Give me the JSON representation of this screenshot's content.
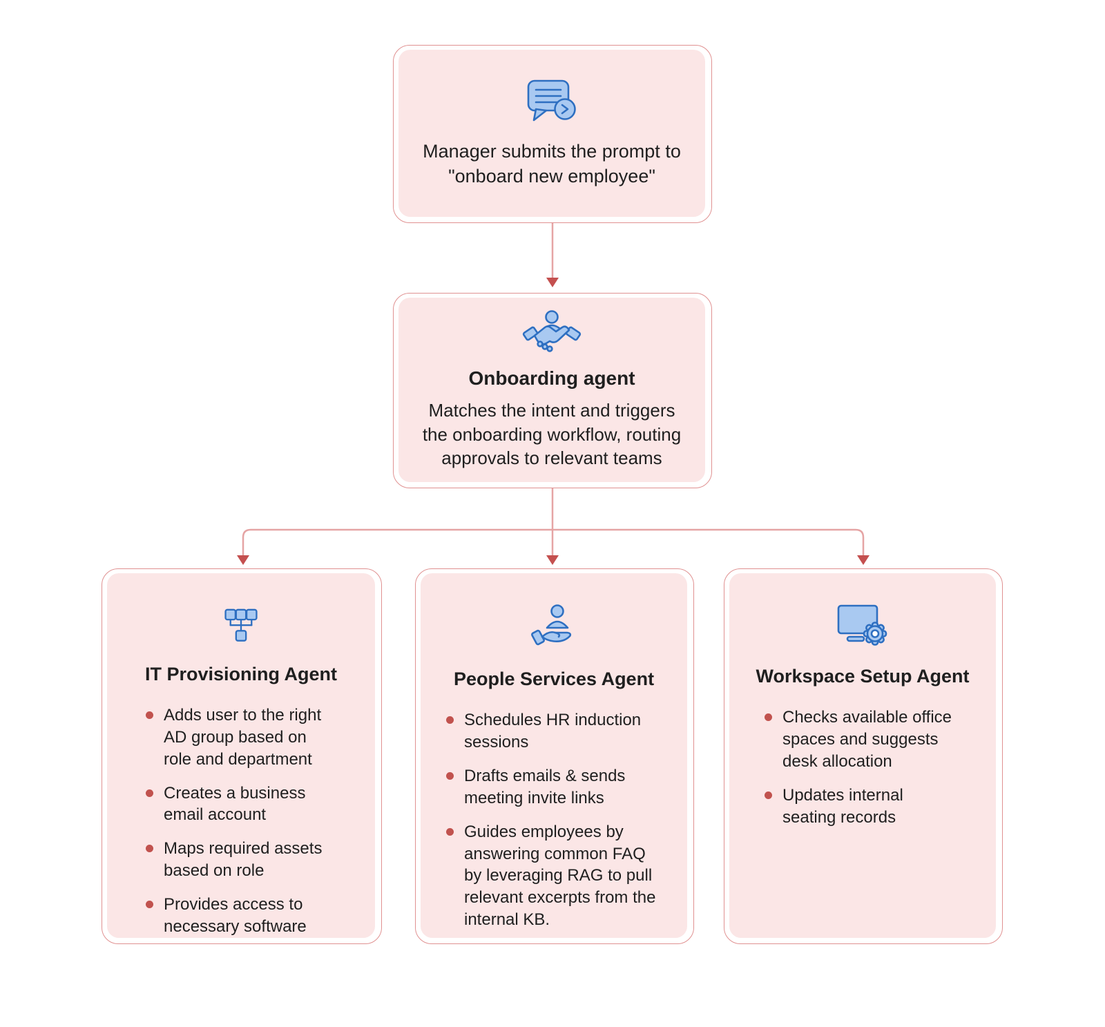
{
  "diagram": {
    "top_card": {
      "icon": "chat-prompt-icon",
      "text": "Manager submits the prompt to \"onboard new employee\""
    },
    "onboarding_card": {
      "icon": "handshake-icon",
      "title": "Onboarding agent",
      "description": "Matches the intent and triggers the onboarding workflow, routing approvals to relevant teams"
    },
    "agents": [
      {
        "icon": "sitemap-icon",
        "title": "IT Provisioning Agent",
        "bullets": [
          "Adds user to the right AD group based on role and department",
          "Creates a business email account",
          "Maps required assets based on role",
          "Provides access to necessary software"
        ]
      },
      {
        "icon": "person-care-icon",
        "title": "People Services Agent",
        "bullets": [
          "Schedules HR induction sessions",
          "Drafts emails & sends meeting invite links",
          "Guides employees by answering common FAQ by leveraging RAG to pull relevant excerpts from the internal KB."
        ]
      },
      {
        "icon": "monitor-gear-icon",
        "title": "Workspace Setup Agent",
        "bullets": [
          "Checks available office spaces and suggests desk allocation",
          "Updates internal seating records"
        ]
      }
    ]
  },
  "colors": {
    "card_fill": "#fbe6e6",
    "card_border": "#e09191",
    "connector_line": "#e5a4a4",
    "arrowhead": "#c4504f",
    "bullet_dot": "#c1524e",
    "icon_fill": "#a9c9f1",
    "icon_stroke": "#2e6fc1",
    "text": "#1f1f1f",
    "background": "#ffffff"
  }
}
